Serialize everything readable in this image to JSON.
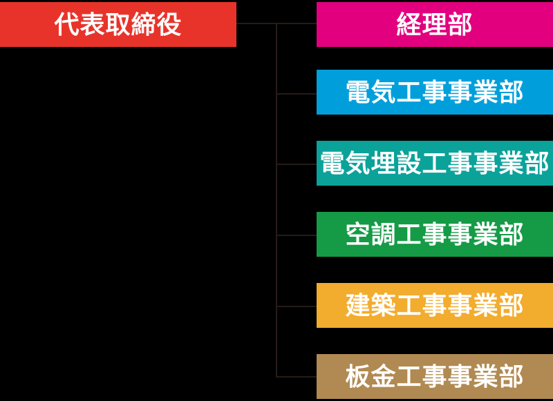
{
  "org": {
    "background_color": "#000000",
    "line_color": "#261c18",
    "text_color": "#ffffff",
    "root": {
      "label": "代表取締役",
      "color": "#e8332a"
    },
    "departments": [
      {
        "label": "経理部",
        "color": "#e3007f"
      },
      {
        "label": "電気工事事業部",
        "color": "#009fdb"
      },
      {
        "label": "電気埋設工事事業部",
        "color": "#0ba29a"
      },
      {
        "label": "空調工事事業部",
        "color": "#159b46"
      },
      {
        "label": "建築工事事業部",
        "color": "#f2ac2e"
      },
      {
        "label": "板金工事事業部",
        "color": "#b08a52"
      }
    ]
  }
}
